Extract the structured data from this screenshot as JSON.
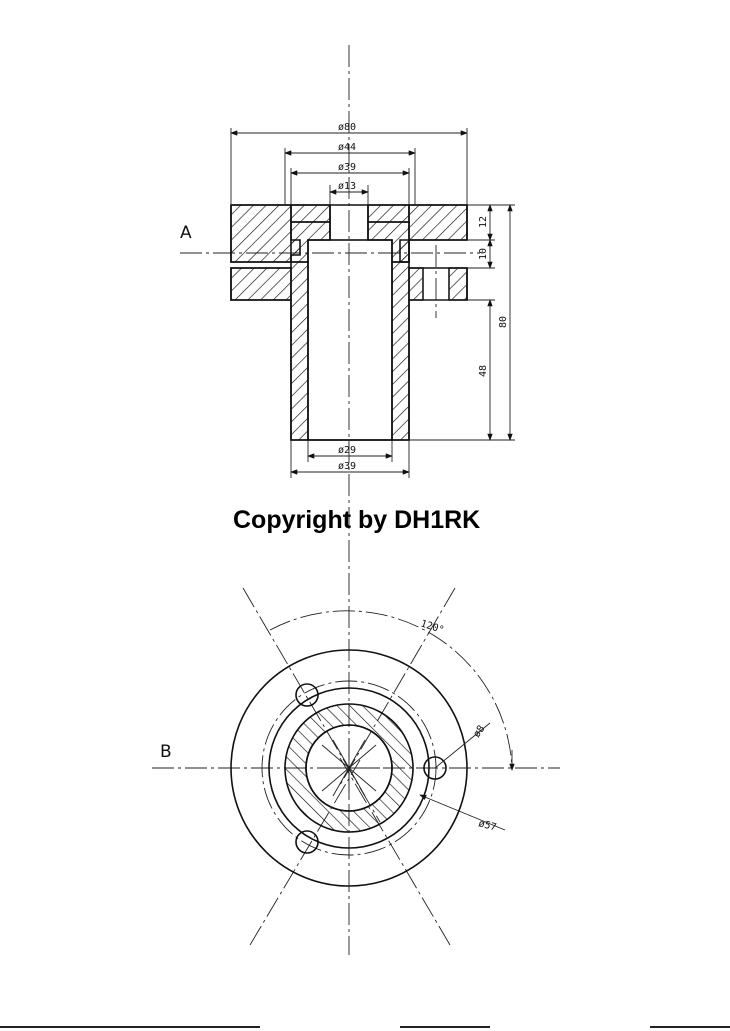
{
  "drawing": {
    "section_a_label": "A",
    "section_b_label": "B",
    "copyright": "Copyright by DH1RK",
    "dimensions": {
      "d80": "ø80",
      "d44": "ø44",
      "d39_top": "ø39",
      "d13": "ø13",
      "d29": "ø29",
      "d39_bottom": "ø39",
      "h12": "12",
      "h10": "10",
      "h48": "48",
      "h80": "80",
      "angle120": "120°",
      "hole8": "ø8",
      "d57": "ø57"
    }
  }
}
